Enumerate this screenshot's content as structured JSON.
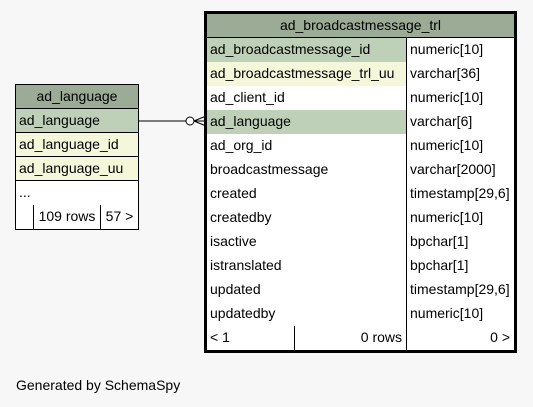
{
  "language_table": {
    "title": "ad_language",
    "rows": [
      {
        "name": "ad_language",
        "kind": "pk"
      },
      {
        "name": "ad_language_id",
        "kind": "fk"
      },
      {
        "name": "ad_language_uu",
        "kind": "fk"
      },
      {
        "name": "...",
        "kind": "plain"
      }
    ],
    "footer": {
      "left": "",
      "middle": "109 rows",
      "right": "57 >"
    }
  },
  "trl_table": {
    "title": "ad_broadcastmessage_trl",
    "rows": [
      {
        "name": "ad_broadcastmessage_id",
        "type": "numeric[10]",
        "kind": "pk"
      },
      {
        "name": "ad_broadcastmessage_trl_uu",
        "type": "varchar[36]",
        "kind": "fk"
      },
      {
        "name": "ad_client_id",
        "type": "numeric[10]",
        "kind": "plain"
      },
      {
        "name": "ad_language",
        "type": "varchar[6]",
        "kind": "pk"
      },
      {
        "name": "ad_org_id",
        "type": "numeric[10]",
        "kind": "plain"
      },
      {
        "name": "broadcastmessage",
        "type": "varchar[2000]",
        "kind": "plain"
      },
      {
        "name": "created",
        "type": "timestamp[29,6]",
        "kind": "plain"
      },
      {
        "name": "createdby",
        "type": "numeric[10]",
        "kind": "plain"
      },
      {
        "name": "isactive",
        "type": "bpchar[1]",
        "kind": "plain"
      },
      {
        "name": "istranslated",
        "type": "bpchar[1]",
        "kind": "plain"
      },
      {
        "name": "updated",
        "type": "timestamp[29,6]",
        "kind": "plain"
      },
      {
        "name": "updatedby",
        "type": "numeric[10]",
        "kind": "plain"
      }
    ],
    "footer": {
      "left": "< 1",
      "middle": "0 rows",
      "right": "0 >"
    }
  },
  "generated_by": "Generated by SchemaSpy"
}
